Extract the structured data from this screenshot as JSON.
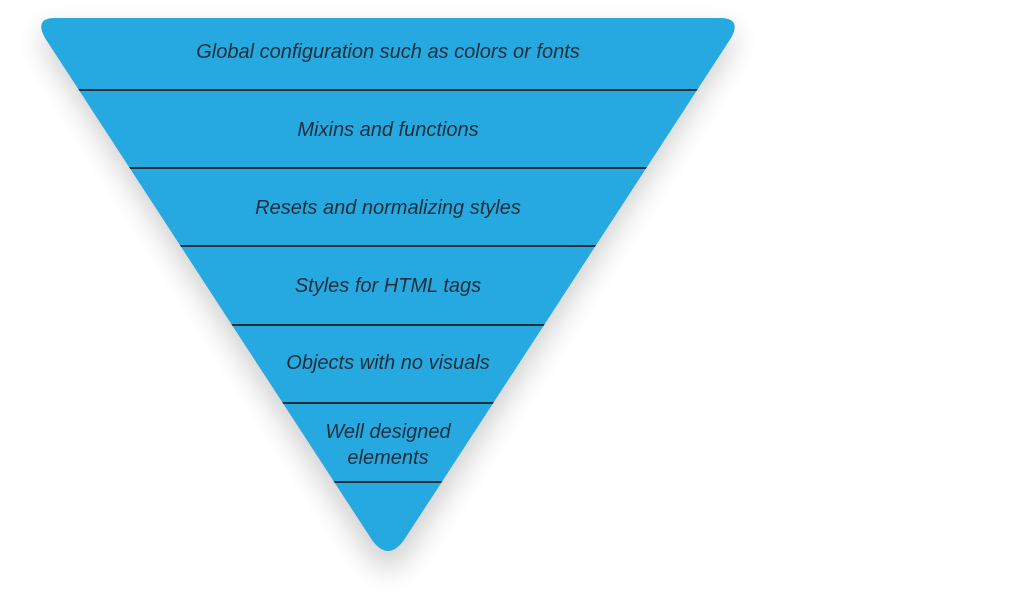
{
  "diagram": {
    "type": "inverted-pyramid",
    "fill_color": "#26a9e0",
    "divider_color": "#2a2f35",
    "layers": [
      {
        "label": "Global configuration such as colors or fonts"
      },
      {
        "label": "Mixins and functions"
      },
      {
        "label": "Resets and normalizing styles"
      },
      {
        "label": "Styles for HTML tags"
      },
      {
        "label": "Objects with no visuals"
      },
      {
        "label": "Well designed elements"
      },
      {
        "label": ""
      }
    ]
  }
}
